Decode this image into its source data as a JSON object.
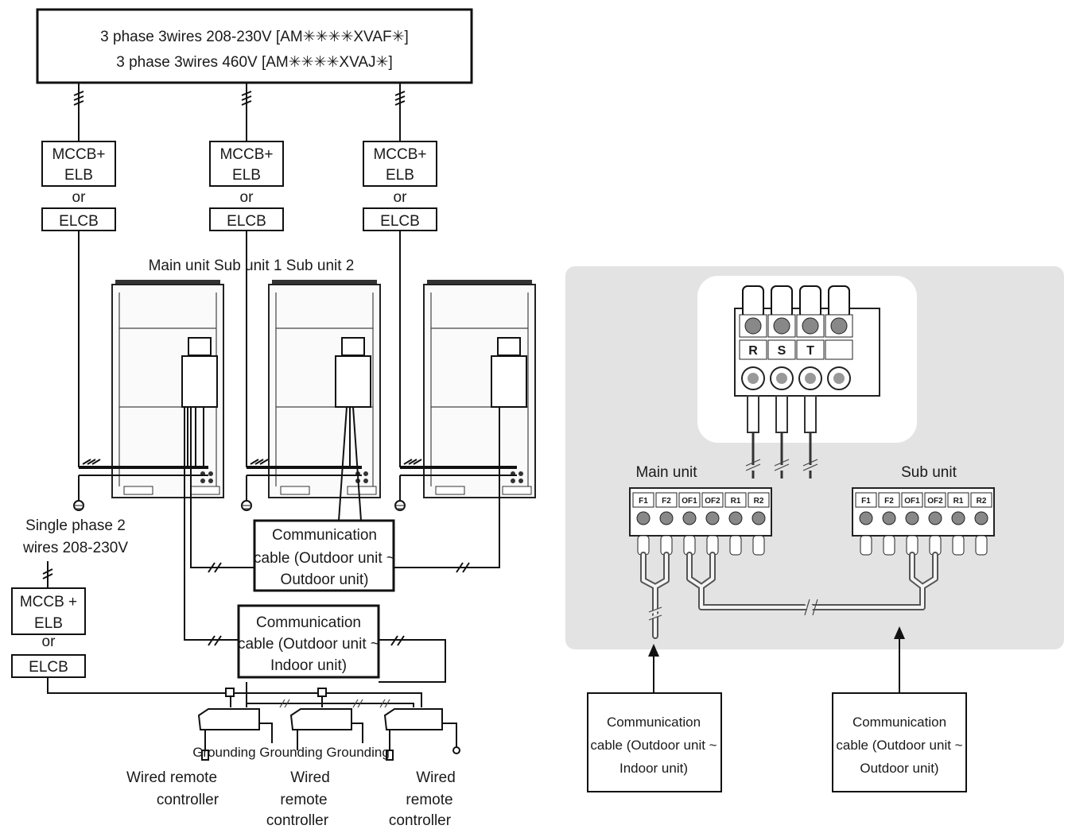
{
  "power_supply": {
    "line1": "3 phase 3wires 208-230V [AM✳✳✳✳XVAF✳]",
    "line2": "3 phase 3wires 460V [AM✳✳✳✳XVAJ✳]"
  },
  "breakers": [
    {
      "top": "MCCB+",
      "mid": "ELB",
      "or": "or",
      "bottom": "ELCB"
    },
    {
      "top": "MCCB+",
      "mid": "ELB",
      "or": "or",
      "bottom": "ELCB"
    },
    {
      "top": "MCCB+",
      "mid": "ELB",
      "or": "or",
      "bottom": "ELCB"
    }
  ],
  "units_label": "Main unit Sub unit 1 Sub unit 2",
  "single_phase": {
    "line1": "Single phase 2",
    "line2": "wires 208-230V",
    "breaker_top": "MCCB +",
    "breaker_mid": "ELB",
    "breaker_or": "or",
    "breaker_bottom": "ELCB"
  },
  "comm_outdoor_left": {
    "line1": "Communication",
    "line2": "cable (Outdoor unit ~",
    "line3": "Outdoor unit)"
  },
  "comm_indoor_left": {
    "line1": "Communication",
    "line2": "cable (Outdoor unit ~",
    "line3": "Indoor unit)"
  },
  "grounding_label": "Grounding Grounding Grounding",
  "remotes": [
    {
      "line1": "Wired remote",
      "line2": "controller"
    },
    {
      "line1": "Wired",
      "line2": "remote",
      "line3": "controller"
    },
    {
      "line1": "Wired",
      "line2": "remote",
      "line3": "controller"
    }
  ],
  "terminal": {
    "power_letters": [
      "R",
      "S",
      "T",
      ""
    ],
    "main_label": "Main unit",
    "sub_label": "Sub unit",
    "comm_terminals": [
      "F1",
      "F2",
      "OF1",
      "OF2",
      "R1",
      "R2"
    ]
  },
  "comm_indoor_right": {
    "line1": "Communication",
    "line2": "cable (Outdoor unit ~",
    "line3": "Indoor unit)"
  },
  "comm_outdoor_right": {
    "line1": "Communication",
    "line2": "cable (Outdoor unit ~",
    "line3": "Outdoor unit)"
  },
  "colors": {
    "panel_bg": "#e3e3e3",
    "line": "#111111"
  }
}
